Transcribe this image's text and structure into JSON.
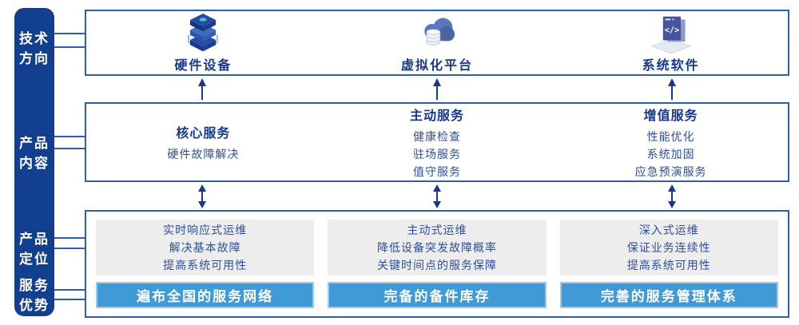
{
  "sidebar": {
    "sections": [
      {
        "label": "技术方向"
      },
      {
        "label": "产品内容"
      },
      {
        "label": "产品定位"
      },
      {
        "label": "服务优势"
      }
    ]
  },
  "tech_row": {
    "items": [
      {
        "label": "硬件设备",
        "icon": "server-stack-icon"
      },
      {
        "label": "虚拟化平台",
        "icon": "cloud-database-icon"
      },
      {
        "label": "系统软件",
        "icon": "code-window-icon",
        "glyph": "</>"
      }
    ]
  },
  "service_row": {
    "columns": [
      {
        "title": "核心服务",
        "items": [
          "硬件故障解决"
        ]
      },
      {
        "title": "主动服务",
        "items": [
          "健康检查",
          "驻场服务",
          "值守服务"
        ]
      },
      {
        "title": "增值服务",
        "items": [
          "性能优化",
          "系统加固",
          "应急预演服务"
        ]
      }
    ]
  },
  "position_row": {
    "columns": [
      {
        "lines": [
          "实时响应式运维",
          "解决基本故障",
          "提高系统可用性"
        ],
        "banner": "遍布全国的服务网络"
      },
      {
        "lines": [
          "主动式运维",
          "降低设备突发故障概率",
          "关键时间点的服务保障"
        ],
        "banner": "完备的备件库存"
      },
      {
        "lines": [
          "深入式运维",
          "保证业务连续性",
          "提高系统可用性"
        ],
        "banner": "完善的服务管理体系"
      }
    ]
  },
  "colors": {
    "sidebar_bg": "#123f8e",
    "box_border": "#2e5fa8",
    "heading_text": "#16388e",
    "body_text": "#2e4f9d",
    "banner_bg": "#3f9ad5",
    "banner_border": "#9cc9e9",
    "gray_panel_bg": "#ededee",
    "arrow": "#16388e"
  }
}
